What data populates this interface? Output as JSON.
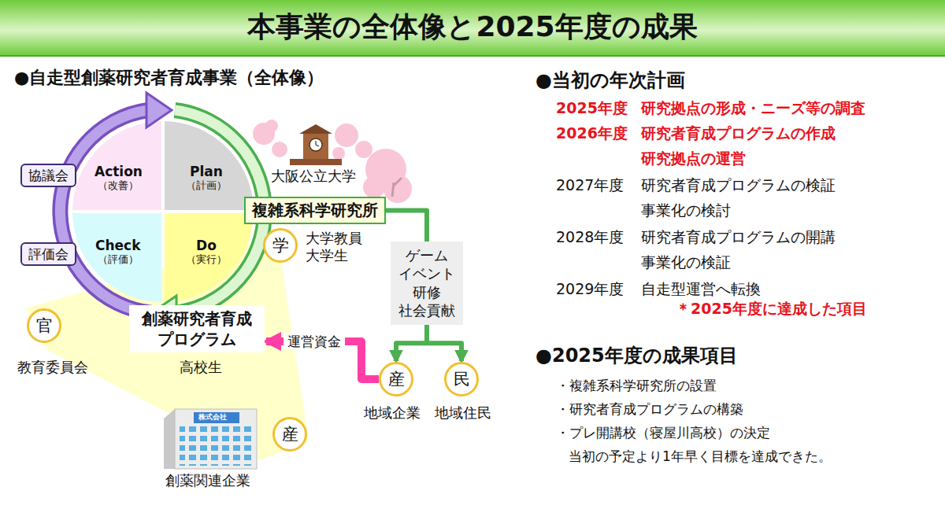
{
  "diagram": {
    "title": "本事業の全体像と2025年度の成果",
    "nodes": [
      {
        "text": [
          "Action",
          "（改善）"
        ]
      },
      {
        "text": [
          "Plan",
          "（計画）"
        ]
      },
      {
        "text": [
          "Check",
          "（評価）"
        ]
      },
      {
        "text": [
          "Do",
          "（実行）"
        ]
      },
      {
        "text": [
          "協議会"
        ]
      },
      {
        "text": [
          "評価会"
        ]
      },
      {
        "text": [
          "複雑系科学研究所"
        ]
      },
      {
        "text": [
          "学"
        ]
      },
      {
        "text": [
          "ゲーム イベント 研修 社会貢献"
        ]
      },
      {
        "text": [
          "官"
        ]
      },
      {
        "text": [
          "創薬研究者育成 プログラム"
        ]
      },
      {
        "text": [
          "産"
        ]
      },
      {
        "text": [
          "民"
        ]
      },
      {
        "text": [
          "産"
        ]
      }
    ],
    "edges": [
      {
        "from": 6,
        "to": 8,
        "arrow": "none"
      },
      {
        "from": 8,
        "to": 11,
        "arrow": "to"
      },
      {
        "from": 8,
        "to": 12,
        "arrow": "to"
      },
      {
        "from": 11,
        "to": 10,
        "label": "運営資金",
        "arrow": "to"
      }
    ],
    "labels": [
      "●自走型創薬研究者育成事業（全体像）",
      "大阪公立大学",
      "大学教員 大学生",
      "教育委員会",
      "高校生",
      "地域企業",
      "地域住民",
      "株式会社",
      "創薬関連企業",
      "●当初の年次計画",
      "2025年度",
      "研究拠点の形成・ニーズ等の調査",
      "2026年度",
      "研究者育成プログラムの作成",
      "研究拠点の運営",
      "2027年度",
      "研究者育成プログラムの検証",
      "事業化の検討",
      "2028年度",
      "研究者育成プログラムの開講",
      "事業化の検証",
      "2029年度",
      "自走型運営へ転換",
      "＊2025年度に達成した項目",
      "●2025年度の成果項目",
      "・複雑系科学研究所の設置",
      "・研究者育成プログラムの構築",
      "・プレ開講校（寝屋川高校）の決定",
      "当初の予定より1年早く目標を達成できた。"
    ]
  }
}
